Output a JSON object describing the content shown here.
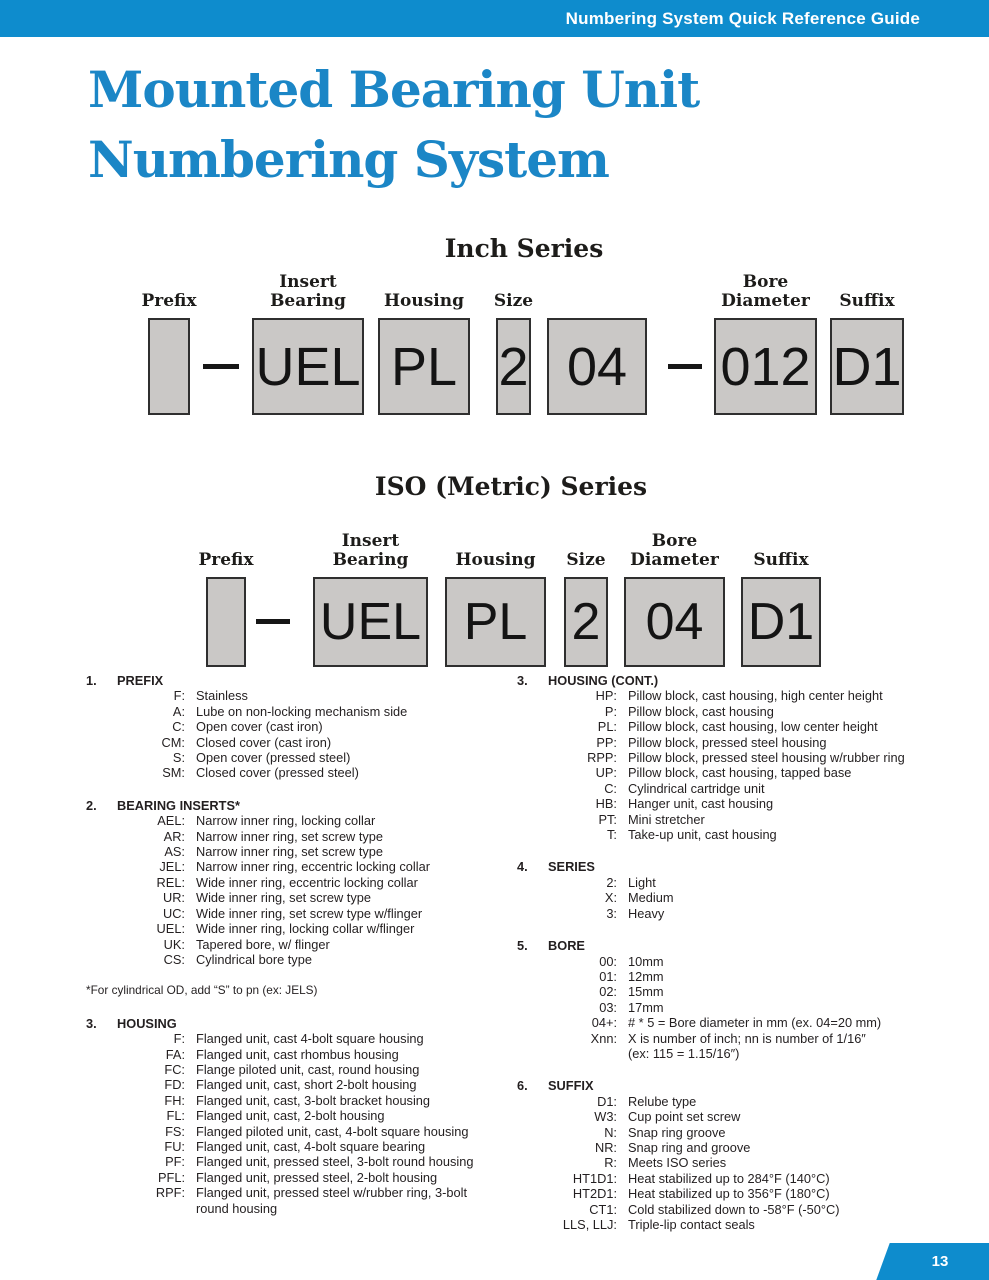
{
  "header": {
    "bar_text": "Numbering System Quick Reference Guide",
    "page_number": "13"
  },
  "title": {
    "line1": "Mounted Bearing Unit",
    "line2": "Numbering System"
  },
  "colors": {
    "accent_blue": "#0e8ccd",
    "title_blue": "#1b86c6",
    "box_fill": "#cac8c6",
    "box_border": "#2f2f2f",
    "text": "#231f20"
  },
  "diagrams": [
    {
      "heading": "Inch Series",
      "cells": [
        {
          "type": "box",
          "label": "Prefix",
          "value": ""
        },
        {
          "type": "dash"
        },
        {
          "type": "box",
          "label": "Insert\nBearing",
          "value": "UEL"
        },
        {
          "type": "box",
          "label": "Housing",
          "value": "PL"
        },
        {
          "type": "box",
          "label": "Size",
          "value": "2"
        },
        {
          "type": "box",
          "label": "",
          "value": "04"
        },
        {
          "type": "dash"
        },
        {
          "type": "box",
          "label": "Bore\nDiameter",
          "value": "012"
        },
        {
          "type": "box",
          "label": "Suffix",
          "value": "D1"
        }
      ]
    },
    {
      "heading": "ISO (Metric) Series",
      "cells": [
        {
          "type": "box",
          "label": "Prefix",
          "value": ""
        },
        {
          "type": "dash"
        },
        {
          "type": "box",
          "label": "Insert\nBearing",
          "value": "UEL"
        },
        {
          "type": "box",
          "label": "Housing",
          "value": "PL"
        },
        {
          "type": "box",
          "label": "Size",
          "value": "2"
        },
        {
          "type": "box",
          "label": "Bore\nDiameter",
          "value": "04"
        },
        {
          "type": "box",
          "label": "Suffix",
          "value": "D1"
        }
      ]
    }
  ],
  "sections_left": [
    {
      "number": "1.",
      "title": "PREFIX",
      "items": [
        {
          "code": "F:",
          "desc": "Stainless"
        },
        {
          "code": "A:",
          "desc": "Lube on non-locking mechanism side"
        },
        {
          "code": "C:",
          "desc": "Open cover (cast iron)"
        },
        {
          "code": "CM:",
          "desc": "Closed cover (cast iron)"
        },
        {
          "code": "S:",
          "desc": "Open cover (pressed steel)"
        },
        {
          "code": "SM:",
          "desc": "Closed cover (pressed steel)"
        }
      ]
    },
    {
      "number": "2.",
      "title": "BEARING INSERTS*",
      "items": [
        {
          "code": "AEL:",
          "desc": "Narrow inner ring, locking collar"
        },
        {
          "code": "AR:",
          "desc": "Narrow inner ring, set screw type"
        },
        {
          "code": "AS:",
          "desc": "Narrow inner ring, set screw type"
        },
        {
          "code": "JEL:",
          "desc": "Narrow inner ring, eccentric locking collar"
        },
        {
          "code": "REL:",
          "desc": "Wide inner ring, eccentric locking collar"
        },
        {
          "code": "UR:",
          "desc": "Wide inner ring, set screw type"
        },
        {
          "code": "UC:",
          "desc": "Wide inner ring, set screw type w/flinger"
        },
        {
          "code": "UEL:",
          "desc": "Wide inner ring, locking collar w/flinger"
        },
        {
          "code": "UK:",
          "desc": "Tapered bore,  w/ flinger"
        },
        {
          "code": "CS:",
          "desc": "Cylindrical bore type"
        }
      ],
      "footnote": "*For cylindrical OD, add “S” to pn (ex: JELS)"
    },
    {
      "number": "3.",
      "title": "HOUSING",
      "items": [
        {
          "code": "F:",
          "desc": "Flanged unit, cast 4-bolt square housing"
        },
        {
          "code": "FA:",
          "desc": "Flanged unit, cast rhombus housing"
        },
        {
          "code": "FC:",
          "desc": "Flange piloted unit, cast, round housing"
        },
        {
          "code": "FD:",
          "desc": "Flanged unit, cast, short 2-bolt housing"
        },
        {
          "code": "FH:",
          "desc": "Flanged unit, cast, 3-bolt bracket housing"
        },
        {
          "code": "FL:",
          "desc": "Flanged unit, cast, 2-bolt housing"
        },
        {
          "code": "FS:",
          "desc": "Flanged piloted unit, cast, 4-bolt square housing"
        },
        {
          "code": "FU:",
          "desc": "Flanged unit, cast, 4-bolt square bearing"
        },
        {
          "code": "PF:",
          "desc": "Flanged unit, pressed steel, 3-bolt round housing"
        },
        {
          "code": "PFL:",
          "desc": "Flanged unit, pressed steel, 2-bolt housing"
        },
        {
          "code": "RPF:",
          "desc": "Flanged unit, pressed steel w/rubber ring, 3-bolt\nround housing"
        }
      ]
    }
  ],
  "sections_right": [
    {
      "number": "3.",
      "title": "HOUSING (CONT.)",
      "items": [
        {
          "code": "HP:",
          "desc": "Pillow block, cast housing, high center height"
        },
        {
          "code": "P:",
          "desc": "Pillow block, cast housing"
        },
        {
          "code": "PL:",
          "desc": "Pillow block, cast housing, low center height"
        },
        {
          "code": "PP:",
          "desc": "Pillow block, pressed steel housing"
        },
        {
          "code": "RPP:",
          "desc": "Pillow block, pressed steel housing w/rubber ring"
        },
        {
          "code": "UP:",
          "desc": "Pillow block, cast housing, tapped base"
        },
        {
          "code": "C:",
          "desc": "Cylindrical cartridge unit"
        },
        {
          "code": "HB:",
          "desc": "Hanger unit, cast housing"
        },
        {
          "code": "PT:",
          "desc": "Mini stretcher"
        },
        {
          "code": "T:",
          "desc": "Take-up unit, cast housing"
        }
      ]
    },
    {
      "number": "4.",
      "title": "SERIES",
      "items": [
        {
          "code": "2:",
          "desc": "Light"
        },
        {
          "code": "X:",
          "desc": "Medium"
        },
        {
          "code": "3:",
          "desc": "Heavy"
        }
      ]
    },
    {
      "number": "5.",
      "title": "BORE",
      "items": [
        {
          "code": "00:",
          "desc": "10mm"
        },
        {
          "code": "01:",
          "desc": "12mm"
        },
        {
          "code": "02:",
          "desc": "15mm"
        },
        {
          "code": "03:",
          "desc": "17mm"
        },
        {
          "code": "04+:",
          "desc": "# * 5 = Bore diameter in mm (ex. 04=20 mm)"
        },
        {
          "code": "Xnn:",
          "desc": "X is number of inch; nn is number of 1/16″\n(ex: 115 = 1.15/16″)"
        }
      ]
    },
    {
      "number": "6.",
      "title": "SUFFIX",
      "items": [
        {
          "code": "D1:",
          "desc": "Relube type"
        },
        {
          "code": "W3:",
          "desc": "Cup point set screw"
        },
        {
          "code": "N:",
          "desc": "Snap ring groove"
        },
        {
          "code": "NR:",
          "desc": "Snap ring and groove"
        },
        {
          "code": "R:",
          "desc": "Meets ISO series"
        },
        {
          "code": "HT1D1:",
          "desc": "Heat stabilized up to 284°F (140°C)"
        },
        {
          "code": "HT2D1:",
          "desc": "Heat stabilized up to 356°F (180°C)"
        },
        {
          "code": "CT1:",
          "desc": "Cold stabilized down to -58°F (-50°C)"
        },
        {
          "code": "LLS, LLJ:",
          "desc": "Triple-lip contact seals"
        }
      ]
    }
  ]
}
